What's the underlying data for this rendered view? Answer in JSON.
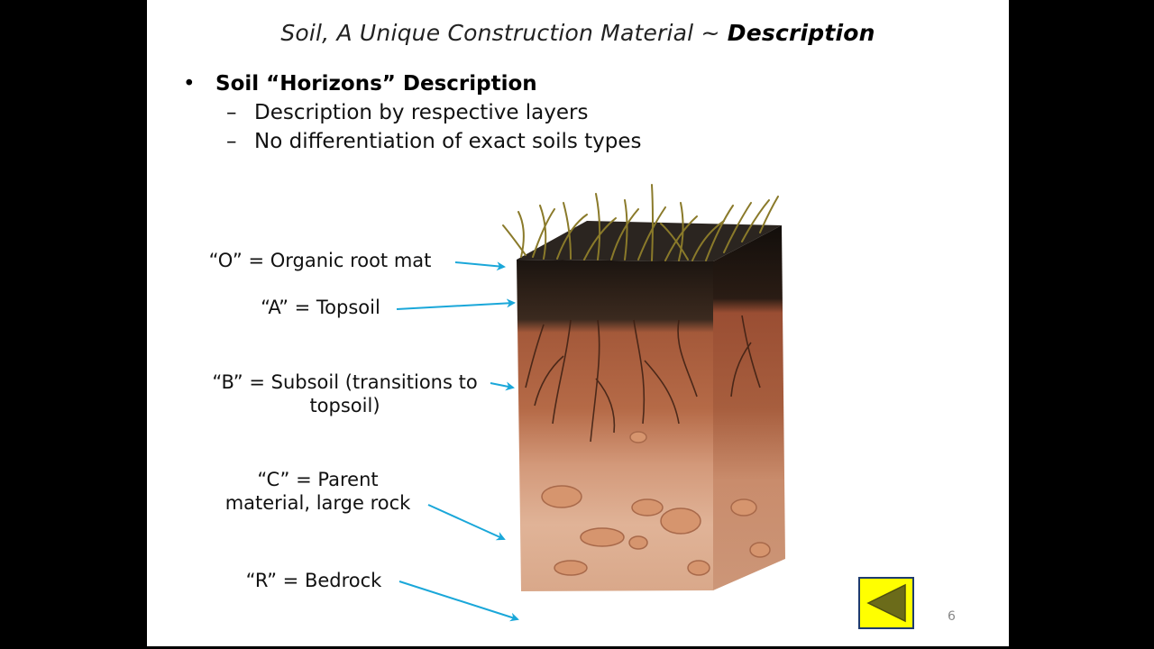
{
  "slide": {
    "title_prefix": "Soil, A Unique Construction Material ~ ",
    "title_emphasis": "Description",
    "bullet": {
      "marker": "•",
      "text": "Soil “Horizons” Description"
    },
    "subbullets": [
      {
        "marker": "–",
        "text": "Description by respective layers"
      },
      {
        "marker": "–",
        "text": "No differentiation of exact soils types"
      }
    ],
    "horizons": [
      {
        "line1": "“O” = Organic root mat",
        "line2": ""
      },
      {
        "line1": "“A” = Topsoil",
        "line2": ""
      },
      {
        "line1": "“B” = Subsoil (transitions to",
        "line2": "topsoil)"
      },
      {
        "line1": "“C” = Parent",
        "line2": "material, large rock"
      },
      {
        "line1": "“R” = Bedrock",
        "line2": ""
      }
    ],
    "page_number": "6"
  },
  "colors": {
    "arrow": "#1aa7d9",
    "nav_button": "#ffff00",
    "nav_arrow": "#6b6b1a",
    "slide_background": "#ffffff"
  },
  "icons": {
    "nav_button": "triangle-left-icon",
    "soil_illustration": "soil-profile-illustration"
  }
}
